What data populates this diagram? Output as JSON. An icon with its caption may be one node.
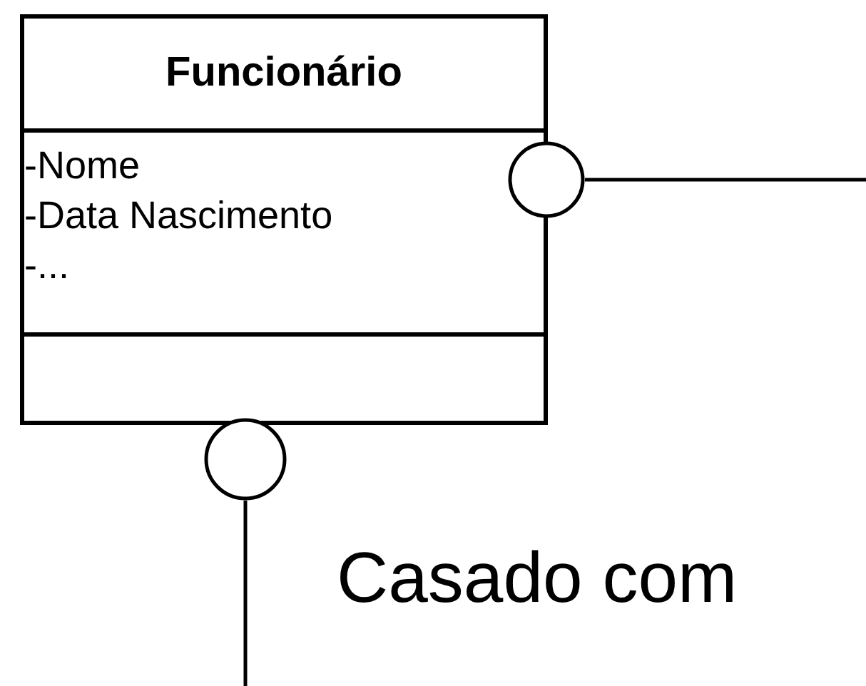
{
  "diagram": {
    "nodes": [
      {
        "text": [
          "Funcionário",
          "-Nome",
          "-Data Nascimento",
          "-..."
        ]
      },
      {
        "text": [],
        "shape": "circle"
      },
      {
        "text": [],
        "shape": "circle"
      }
    ],
    "edges": [
      {
        "from": 1,
        "to": null,
        "arrow": "none"
      },
      {
        "from": 2,
        "to": null,
        "arrow": "none"
      }
    ],
    "labels": [
      "Casado com"
    ]
  }
}
